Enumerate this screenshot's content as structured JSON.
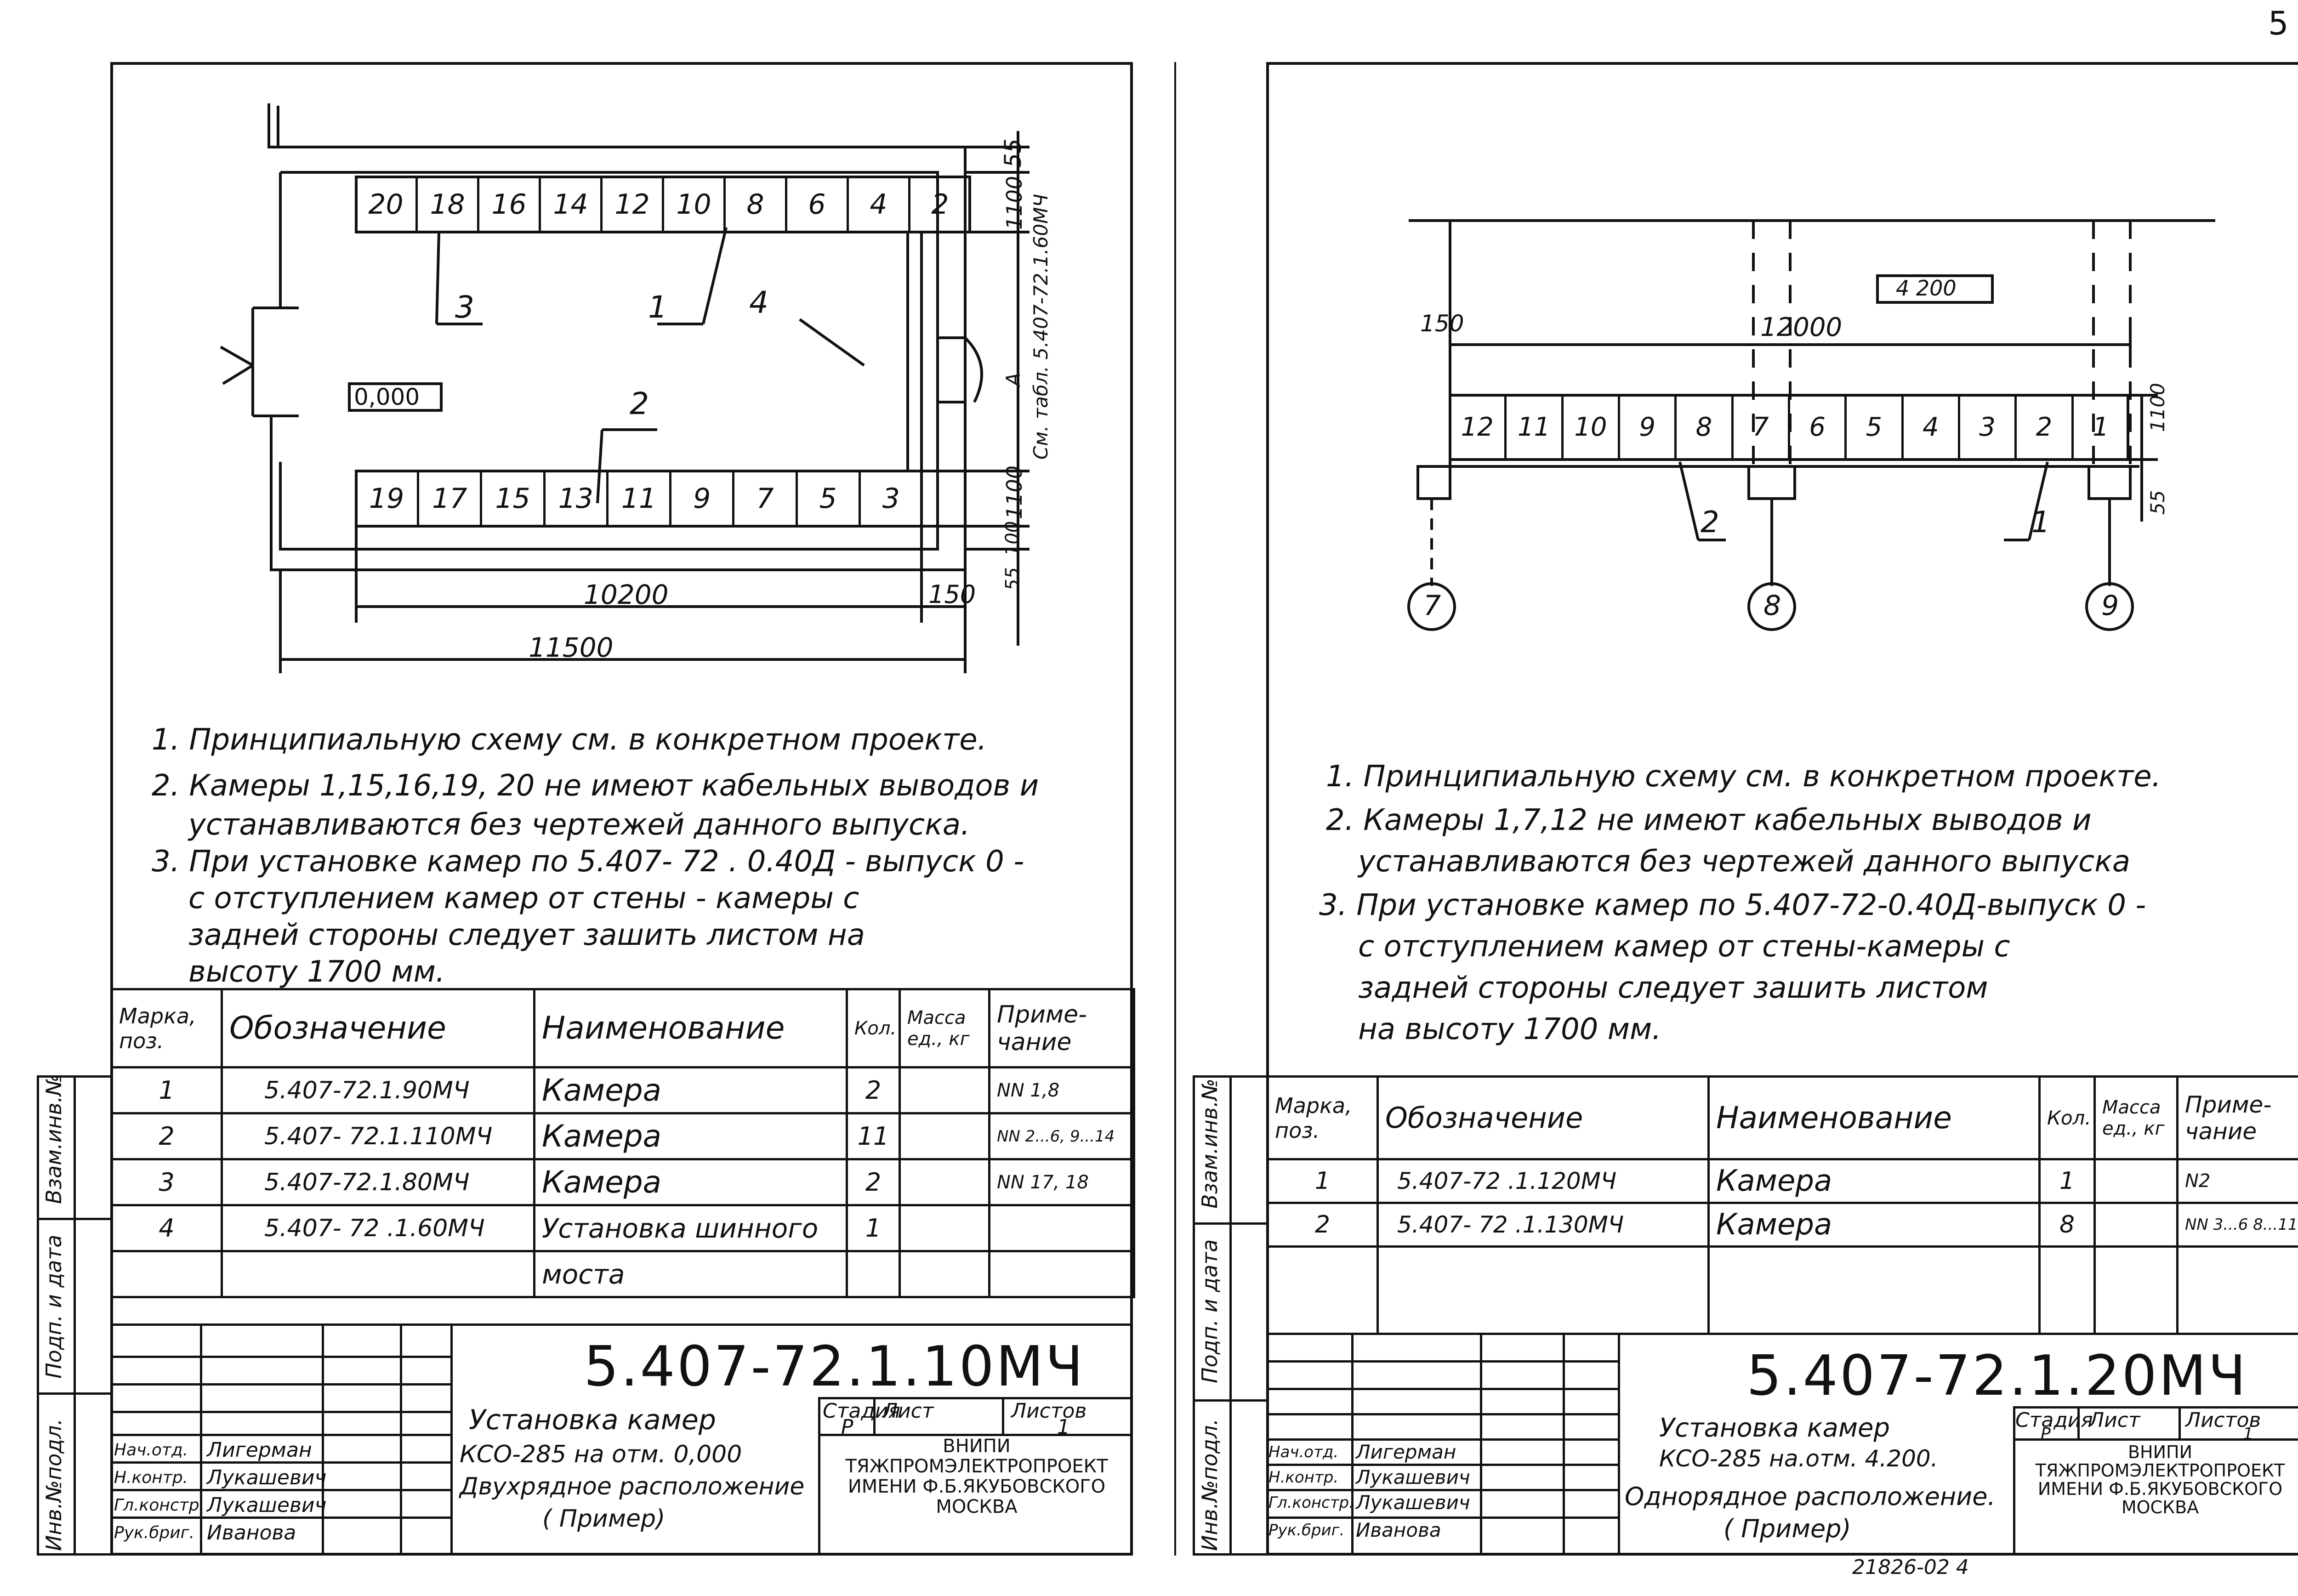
{
  "corner_mark": "5",
  "left": {
    "plan": {
      "level_mark": "0,000",
      "dim_outer": "11500",
      "dim_inner": "10200",
      "dim_right": "150",
      "dim_v_top": "55",
      "dim_v_1100": "1100",
      "dim_v_1100b": "1100",
      "dim_v_bottom": "55",
      "dim_v_100": "100",
      "side_text": "См. табл. 5.407-72.1.60МЧ",
      "side_letter": "А",
      "top_row": [
        "20",
        "18",
        "16",
        "14",
        "12",
        "10",
        "8",
        "6",
        "4",
        "2"
      ],
      "bottom_row": [
        "19",
        "17",
        "15",
        "13",
        "11",
        "9",
        "7",
        "5",
        "3"
      ],
      "leaders": [
        "3",
        "1",
        "4",
        "2"
      ]
    },
    "notes": [
      "1. Принципиальную схему см. в конкретном проекте.",
      "2. Камеры 1,15,16,19, 20 не имеют кабельных выводов  и",
      "устанавливаются  без  чертежей  данного выпуска.",
      "3. При установке камер по 5.407- 72 . 0.40Д - выпуск 0 -",
      "с отступлением  камер   от  стены - камеры  с",
      "задней  стороны  следует  зашить  листом  на",
      "высоту  1700 мм."
    ],
    "table": {
      "headers": [
        "Марка, поз.",
        "Обозначение",
        "Наименование",
        "Кол.",
        "Масса ед., кг",
        "Приме- чание"
      ],
      "rows": [
        [
          "1",
          "5.407-72.1.90МЧ",
          "Камера",
          "2",
          "",
          "NN 1,8"
        ],
        [
          "2",
          "5.407- 72.1.110МЧ",
          "Камера",
          "11",
          "",
          "NN 2...6, 9...14"
        ],
        [
          "3",
          "5.407-72.1.80МЧ",
          "Камера",
          "2",
          "",
          "NN 17, 18"
        ],
        [
          "4",
          "5.407- 72 .1.60МЧ",
          "Установка шинного",
          "1",
          "",
          ""
        ],
        [
          "",
          "",
          "моста",
          "",
          "",
          ""
        ]
      ]
    },
    "side_strip": [
      "Взам.инв.№",
      "Подп. и дата",
      "Инв.№подл."
    ],
    "title_block": {
      "code": "5.407-72.1.10МЧ",
      "title_lines": [
        "Установка   камер",
        "КСО-285 на отм. 0,000",
        "Двухрядное расположение",
        "( Пример)"
      ],
      "stage_labels": [
        "Стадия",
        "Лист",
        "Листов"
      ],
      "stage_values": [
        "Р",
        "",
        "1"
      ],
      "org": [
        "ВНИПИ",
        "ТЯЖПРОМЭЛЕКТРОПРОЕКТ",
        "ИМЕНИ Ф.Б.ЯКУБОВСКОГО",
        "МОСКВА"
      ],
      "staff": [
        {
          "role": "Нач.отд.",
          "name": "Лигерман"
        },
        {
          "role": "Н.контр.",
          "name": "Лукашевич"
        },
        {
          "role": "Гл.констр.",
          "name": "Лукашевич"
        },
        {
          "role": "Рук.бриг.",
          "name": "Иванова"
        }
      ]
    }
  },
  "right": {
    "plan": {
      "level_mark": "4 200",
      "dim_main": "12000",
      "dim_left": "150",
      "dim_v_1100": "1100",
      "dim_v_55": "55",
      "cells": [
        "12",
        "11",
        "10",
        "9",
        "8",
        "7",
        "6",
        "5",
        "4",
        "3",
        "2",
        "1"
      ],
      "axes": [
        "7",
        "8",
        "9"
      ],
      "leaders": [
        "2",
        "1"
      ]
    },
    "notes": [
      "1. Принципиальную схему см. в конкретном  проекте.",
      "2. Камеры 1,7,12 не имеют  кабельных выводов и",
      "устанавливаются  без  чертежей  данного выпуска",
      "3. При установке камер по 5.407-72-0.40Д-выпуск 0 -",
      "с отступлением камер от стены-камеры с",
      "задней  стороны  следует  зашить  листом",
      "на  высоту  1700 мм."
    ],
    "table": {
      "headers": [
        "Марка, поз.",
        "Обозначение",
        "Наименование",
        "Кол.",
        "Масса ед., кг",
        "Приме- чание"
      ],
      "rows": [
        [
          "1",
          "5.407-72 .1.120МЧ",
          "Камера",
          "1",
          "",
          "N2"
        ],
        [
          "2",
          "5.407- 72 .1.130МЧ",
          "Камера",
          "8",
          "",
          "NN 3...6 8...11"
        ],
        [
          "",
          "",
          "",
          "",
          "",
          ""
        ]
      ]
    },
    "side_strip": [
      "Взам.инв.№",
      "Подп. и дата",
      "Инв.№подл."
    ],
    "title_block": {
      "code": "5.407-72.1.20МЧ",
      "title_lines": [
        "Установка камер",
        "КСО-285 на.отм. 4.200.",
        "Однорядное расположение.",
        "( Пример)"
      ],
      "stage_labels": [
        "Стадия",
        "Лист",
        "Листов"
      ],
      "stage_values": [
        "Р",
        "",
        "1"
      ],
      "org": [
        "ВНИПИ",
        "ТЯЖПРОМЭЛЕКТРОПРОЕКТ",
        "ИМЕНИ Ф.Б.ЯКУБОВСКОГО",
        "МОСКВА"
      ],
      "staff": [
        {
          "role": "Нач.отд.",
          "name": "Лигерман"
        },
        {
          "role": "Н.контр.",
          "name": "Лукашевич"
        },
        {
          "role": "Гл.констр.",
          "name": "Лукашевич"
        },
        {
          "role": "Рук.бриг.",
          "name": "Иванова"
        }
      ]
    },
    "footer_code": "21826-02   4"
  }
}
